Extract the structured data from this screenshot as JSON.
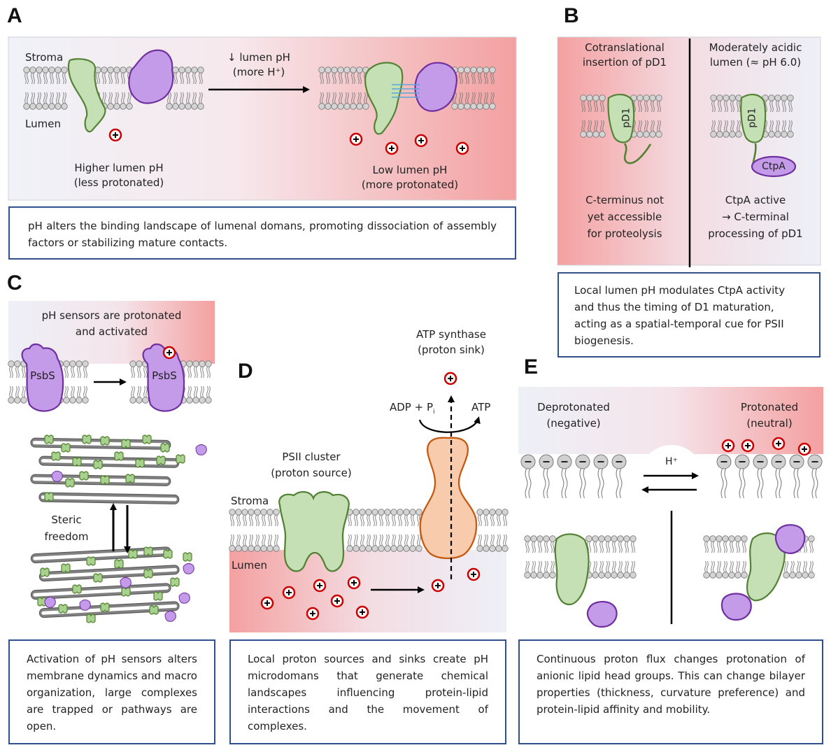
{
  "panels": {
    "a": {
      "letter": "A",
      "stroma": "Stroma",
      "lumen": "Lumen",
      "arrow_l1": "↓ lumen pH",
      "arrow_l2": "(more H⁺)",
      "higher_l1": "Higher lumen pH",
      "higher_l2": "(less protonated)",
      "low_l1": "Low lumen pH",
      "low_l2": "(more protonated)",
      "caption": "pH alters the binding landscape of lumenal domans, promoting dissociation of assembly factors or stabilizing mature contacts."
    },
    "b": {
      "letter": "B",
      "left_title_l1": "Cotranslational",
      "left_title_l2": "insertion of pD1",
      "right_title_l1": "Moderately acidic",
      "right_title_l2": "lumen (≈ pH 6.0)",
      "pd1_label": "pD1",
      "ctpa_label": "CtpA",
      "left_note_l1": "C-terminus not",
      "left_note_l2": "yet accessible",
      "left_note_l3": "for proteolysis",
      "right_note_l1": "CtpA active",
      "right_note_l2": "→ C-terminal",
      "right_note_l3": "processing of pD1",
      "caption": "Local lumen pH modulates CtpA activity and thus the timing of D1 maturation, acting as a spatial-temporal cue for PSII biogenesis."
    },
    "c": {
      "letter": "C",
      "sensor_l1": "pH sensors are protonated",
      "sensor_l2": "and activated",
      "psbs": "PsbS",
      "steric_l1": "Steric",
      "steric_l2": "freedom",
      "caption": "Activation of pH sensors alters membrane dynamics and macro organization, large complexes are trapped or pathways are open."
    },
    "d": {
      "letter": "D",
      "atp_l1": "ATP synthase",
      "atp_l2": "(proton sink)",
      "adp": "ADP + P",
      "adp_sub": "i",
      "atp": "ATP",
      "psii_l1": "PSII cluster",
      "psii_l2": "(proton source)",
      "stroma": "Stroma",
      "lumen": "Lumen",
      "caption": "Local proton sources and sinks create pH microdomans that generate chemical landscapes influencing protein-lipid interactions and the movement of complexes."
    },
    "e": {
      "letter": "E",
      "deprot_l1": "Deprotonated",
      "deprot_l2": "(negative)",
      "prot_l1": "Protonated",
      "prot_l2": "(neutral)",
      "hplus": "H⁺",
      "caption": "Continuous proton flux changes protonation of anionic lipid head groups. This can change bilayer properties (thickness, curvature preference) and protein-lipid affinity and mobility."
    }
  },
  "colors": {
    "acid": "#f4a0a0",
    "neutral": "#eef0f7",
    "green_fill": "#c5e0b4",
    "green_edge": "#548235",
    "purple_fill": "#c49be8",
    "purple_edge": "#7030a0",
    "orange_fill": "#f8cbad",
    "orange_edge": "#c55a11",
    "proton": "#cc0000",
    "box_border": "#2f4f8f"
  }
}
